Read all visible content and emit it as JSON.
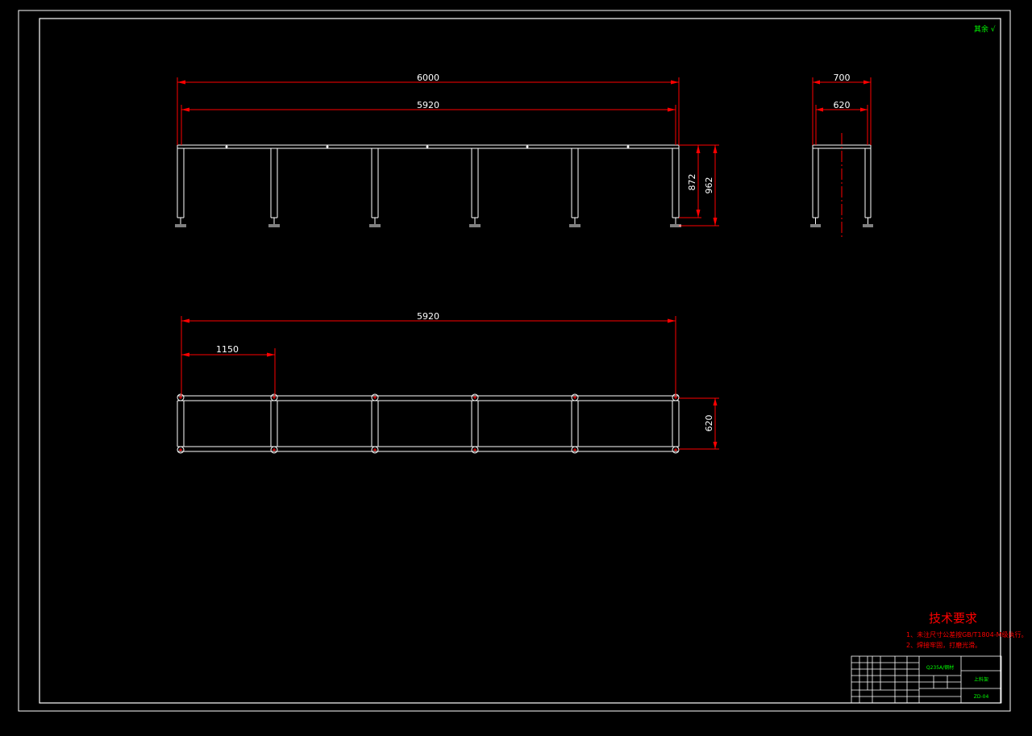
{
  "colors": {
    "background": "#000000",
    "frame": "#ffffff",
    "dimension": "#ff0000",
    "note_title": "#ff0000",
    "note_text": "#ff0000",
    "titleblock_text": "#00ff00",
    "roughness_symbol": "#00ff00"
  },
  "roughness_mark": "其余 √",
  "front_view": {
    "dim_overall_length": "6000",
    "dim_inner_length": "5920",
    "dim_leg_height": "872",
    "dim_total_height": "962"
  },
  "side_view": {
    "dim_outer_width": "700",
    "dim_inner_width": "620"
  },
  "top_view": {
    "dim_length": "5920",
    "dim_pitch": "1150",
    "dim_width": "620"
  },
  "technical_requirements": {
    "title": "技术要求",
    "items": [
      "1、未注尺寸公差按GB/T1804-M级执行。",
      "2、焊接牢固，打磨光滑。"
    ]
  },
  "title_block": {
    "material": "Q235A/钢材",
    "part_name": "上料架",
    "drawing_number": "ZD-04"
  }
}
